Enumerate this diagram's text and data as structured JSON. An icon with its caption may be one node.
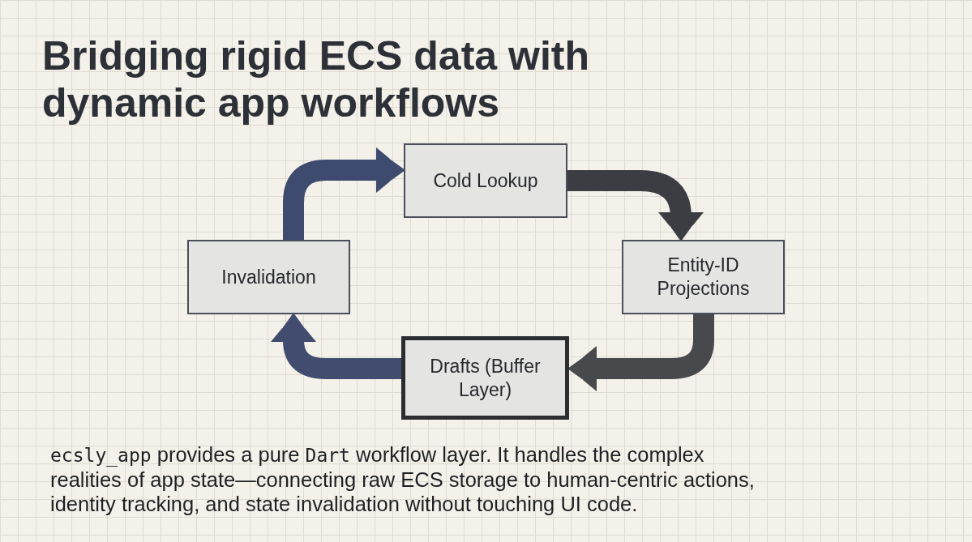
{
  "diagram": {
    "title": "Bridging rigid ECS data with dynamic app workflows",
    "caption": "*ecsly_app* provides a pure *Dart* workflow layer. It handles the complex realities of app state—connecting raw ECS storage to human-centric actions, identity tracking, and state invalidation without touching UI code.",
    "nodes": [
      {
        "text": [
          "Cold Lookup"
        ]
      },
      {
        "text": [
          "Entity-ID Projections"
        ]
      },
      {
        "text": [
          "Drafts (Buffer Layer)"
        ]
      },
      {
        "text": [
          "Invalidation"
        ]
      }
    ],
    "edges": [
      {
        "from": 0,
        "to": 1,
        "arrow": "to",
        "color": "#3b3d42"
      },
      {
        "from": 1,
        "to": 2,
        "arrow": "to",
        "color": "#47494d"
      },
      {
        "from": 2,
        "to": 3,
        "arrow": "to",
        "color": "#414c6e"
      },
      {
        "from": 3,
        "to": 0,
        "arrow": "to",
        "color": "#3e4a6e"
      }
    ]
  }
}
